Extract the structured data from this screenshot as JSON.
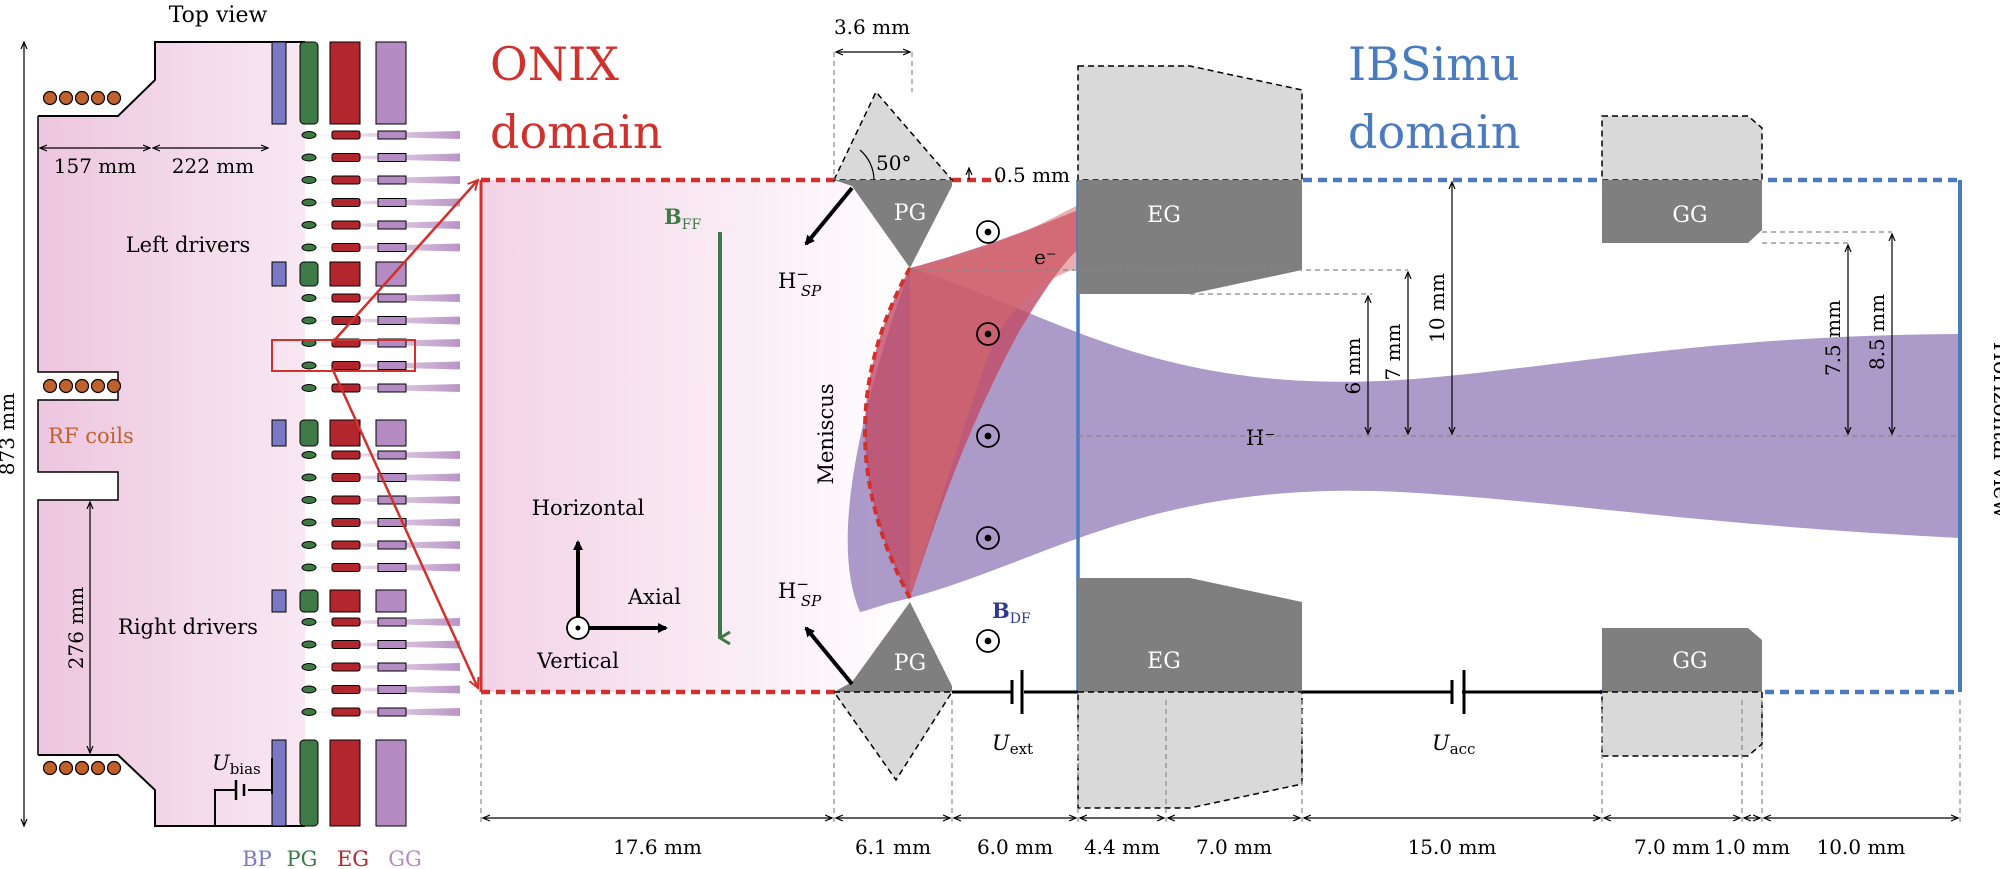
{
  "colors": {
    "onix_red": "#d0312d",
    "ibsimu_blue": "#4a7bbf",
    "bp": "#7a7ac4",
    "pg": "#3d7a45",
    "eg": "#b3262e",
    "gg": "#b48cc3",
    "coil": "#c0602c",
    "plasma": "#f2d6e8",
    "electrode_dark": "#7f7f7f",
    "electrode_light": "#d9d9d9",
    "h_minus_beam": "#9e88c0",
    "electron_beam": "#d66a6a"
  },
  "left_panel": {
    "title": "Top view",
    "overall_height": "873 mm",
    "dim_1": "157 mm",
    "dim_2": "222 mm",
    "dim_3": "276 mm",
    "left_drivers": "Left drivers",
    "right_drivers": "Right drivers",
    "rf_coils": "RF coils",
    "ubias_main": "U",
    "ubias_sub": "bias",
    "legend": {
      "bp": "BP",
      "pg": "PG",
      "eg": "EG",
      "gg": "GG"
    }
  },
  "main": {
    "onix_line1": "ONIX",
    "onix_line2": "domain",
    "ibsimu_line1": "IBSimu",
    "ibsimu_line2": "domain",
    "horizontal_view": "Horizontal view",
    "pg_angle_label": "3.6 mm",
    "angle": "50°",
    "gap_label": "0.5 mm",
    "bff_main": "B",
    "bff_sub": "FF",
    "bdf_main": "B",
    "bdf_sub": "DF",
    "hsp_main": "H",
    "hsp_sup": "−",
    "hsp_sub": "SP",
    "electron": "e⁻",
    "hminus": "H⁻",
    "meniscus": "Meniscus",
    "axis_horizontal": "Horizontal",
    "axis_axial": "Axial",
    "axis_vertical": "Vertical",
    "pg": "PG",
    "eg": "EG",
    "gg": "GG",
    "uext_main": "U",
    "uext_sub": "ext",
    "uacc_main": "U",
    "uacc_sub": "acc",
    "vdims": [
      "6 mm",
      "7 mm",
      "10 mm",
      "7.5 mm",
      "8.5 mm"
    ],
    "hdims": [
      "17.6 mm",
      "6.1 mm",
      "6.0 mm",
      "4.4 mm",
      "7.0 mm",
      "15.0 mm",
      "7.0 mm",
      "1.0 mm",
      "10.0 mm"
    ]
  }
}
